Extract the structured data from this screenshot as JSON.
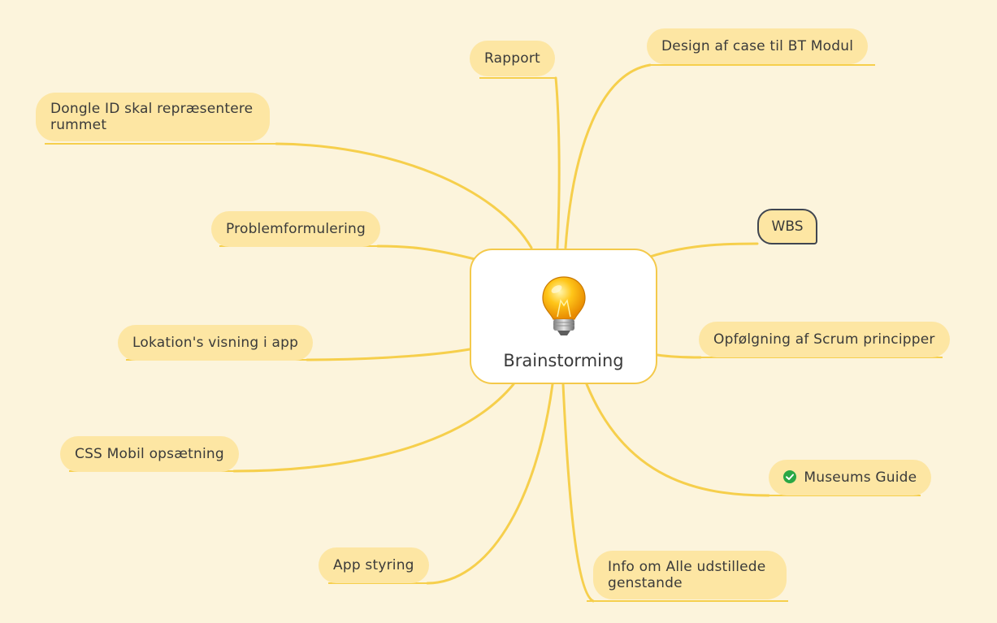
{
  "center": {
    "label": "Brainstorming",
    "icon": "lightbulb-icon"
  },
  "topics": {
    "rapport": "Rapport",
    "design": "Design af case til BT Modul",
    "dongle": "Dongle ID skal repræsentere rummet",
    "wbs": "WBS",
    "problem": "Problemformulering",
    "opfolgning": "Opfølgning af Scrum principper",
    "lokation": "Lokation's visning i app",
    "css": "CSS Mobil opsætning",
    "museums": "Museums Guide",
    "app": "App styring",
    "info": "Info om Alle udstillede genstande"
  },
  "colors": {
    "background": "#fcf4dc",
    "topic_fill": "#fde6a3",
    "branch": "#f6cf4c",
    "center_border": "#f4c94a",
    "check": "#2aa745"
  },
  "marker": {
    "museums_guide": "check-icon"
  }
}
